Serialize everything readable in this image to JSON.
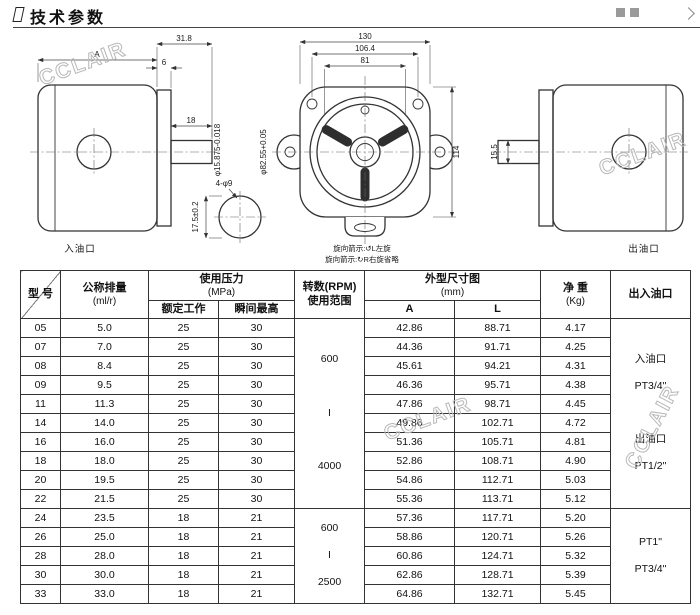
{
  "header": {
    "title": "技术参数"
  },
  "watermark": {
    "text": "CCLAIR"
  },
  "drawing": {
    "left_view": {
      "dim_a": "A",
      "dim_31_8": "31.8",
      "dim_6": "6",
      "dim_18": "18",
      "shaft_dia": "φ15.875-0.018",
      "port_holes": "4-φ9",
      "port_height": "17.5±0.2",
      "port_label": "入油口"
    },
    "front_view": {
      "dim_130": "130",
      "dim_106_4": "106.4",
      "dim_81": "81",
      "dim_114": "114",
      "spigot_dia": "φ82.55+0.05",
      "note_left_rotation": "旋向箭示:↺L左旋",
      "note_right_rotation": "旋向箭示:↻R右旋省略"
    },
    "right_view": {
      "dim_15_5": "15.5",
      "port_label": "出油口"
    }
  },
  "table": {
    "headers": {
      "model": "型 号",
      "displacement": "公称排量",
      "displacement_unit": "(ml/r)",
      "pressure": "使用压力",
      "pressure_unit": "(MPa)",
      "pressure_rated": "额定工作",
      "pressure_peak": "瞬间最高",
      "rpm_line1": "转数(RPM)",
      "rpm_line2": "使用范围",
      "dimensions": "外型尺寸图",
      "dimensions_unit": "(mm)",
      "dim_a": "A",
      "dim_l": "L",
      "weight": "净 重",
      "weight_unit": "(Kg)",
      "ports": "出入油口"
    },
    "rows": [
      {
        "model": "05",
        "displacement": "5.0",
        "rated": "25",
        "peak": "30",
        "a": "42.86",
        "l": "88.71",
        "weight": "4.17"
      },
      {
        "model": "07",
        "displacement": "7.0",
        "rated": "25",
        "peak": "30",
        "a": "44.36",
        "l": "91.71",
        "weight": "4.25"
      },
      {
        "model": "08",
        "displacement": "8.4",
        "rated": "25",
        "peak": "30",
        "a": "45.61",
        "l": "94.21",
        "weight": "4.31"
      },
      {
        "model": "09",
        "displacement": "9.5",
        "rated": "25",
        "peak": "30",
        "a": "46.36",
        "l": "95.71",
        "weight": "4.38"
      },
      {
        "model": "11",
        "displacement": "11.3",
        "rated": "25",
        "peak": "30",
        "a": "47.86",
        "l": "98.71",
        "weight": "4.45"
      },
      {
        "model": "14",
        "displacement": "14.0",
        "rated": "25",
        "peak": "30",
        "a": "49.86",
        "l": "102.71",
        "weight": "4.72"
      },
      {
        "model": "16",
        "displacement": "16.0",
        "rated": "25",
        "peak": "30",
        "a": "51.36",
        "l": "105.71",
        "weight": "4.81"
      },
      {
        "model": "18",
        "displacement": "18.0",
        "rated": "25",
        "peak": "30",
        "a": "52.86",
        "l": "108.71",
        "weight": "4.90"
      },
      {
        "model": "20",
        "displacement": "19.5",
        "rated": "25",
        "peak": "30",
        "a": "54.86",
        "l": "112.71",
        "weight": "5.03"
      },
      {
        "model": "22",
        "displacement": "21.5",
        "rated": "25",
        "peak": "30",
        "a": "55.36",
        "l": "113.71",
        "weight": "5.12"
      },
      {
        "model": "24",
        "displacement": "23.5",
        "rated": "18",
        "peak": "21",
        "a": "57.36",
        "l": "117.71",
        "weight": "5.20"
      },
      {
        "model": "26",
        "displacement": "25.0",
        "rated": "18",
        "peak": "21",
        "a": "58.86",
        "l": "120.71",
        "weight": "5.26"
      },
      {
        "model": "28",
        "displacement": "28.0",
        "rated": "18",
        "peak": "21",
        "a": "60.86",
        "l": "124.71",
        "weight": "5.32"
      },
      {
        "model": "30",
        "displacement": "30.0",
        "rated": "18",
        "peak": "21",
        "a": "62.86",
        "l": "128.71",
        "weight": "5.39"
      },
      {
        "model": "33",
        "displacement": "33.0",
        "rated": "18",
        "peak": "21",
        "a": "64.86",
        "l": "132.71",
        "weight": "5.45"
      }
    ],
    "groups": [
      {
        "start": 0,
        "span": 10,
        "rpm": [
          "600",
          "",
          "I",
          "",
          "4000"
        ],
        "ports": [
          "入油口",
          "PT3/4\"",
          "",
          "出油口",
          "PT1/2\""
        ]
      },
      {
        "start": 10,
        "span": 5,
        "rpm": [
          "600",
          "I",
          "2500"
        ],
        "ports": [
          "PT1\"",
          "PT3/4\""
        ]
      }
    ]
  }
}
